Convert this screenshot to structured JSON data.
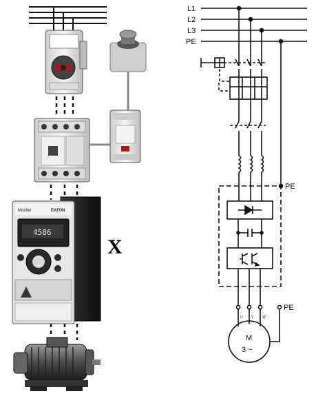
{
  "colors": {
    "line": "#111111",
    "device_light": "#e8e8e8",
    "device_dark": "#1e1e1e",
    "accent_red": "#b01818"
  },
  "mains_labels": [
    "L1",
    "L2",
    "L3",
    "PE"
  ],
  "pe_label_enclosure": "PE",
  "pe_label_motor": "PE",
  "motor": {
    "label_top": "M",
    "label_bottom": "3 ~"
  },
  "motor_terminals": [
    "U",
    "V",
    "W"
  ],
  "separator_mark": "X",
  "drive": {
    "brand": "EATON",
    "model_text": "Moeller",
    "display_value": "4586"
  }
}
